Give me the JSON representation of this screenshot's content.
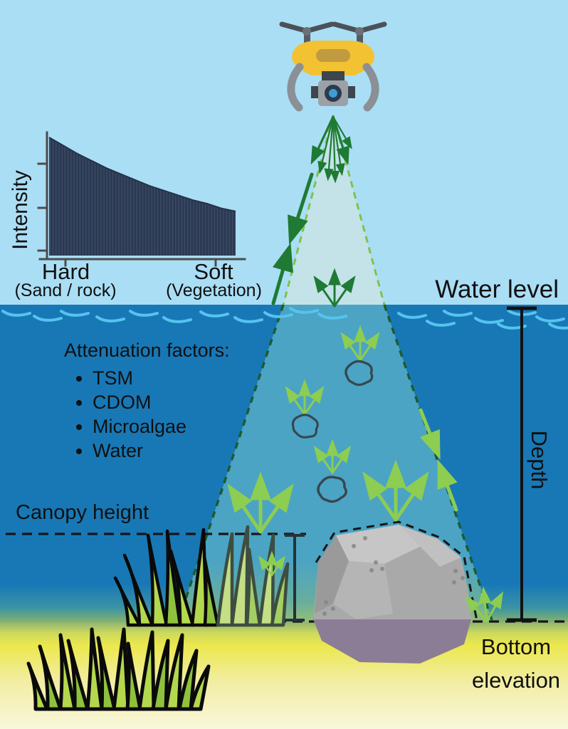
{
  "figure": {
    "water_level_label": "Water level",
    "depth_label": "Depth",
    "canopy_height_label": "Canopy height",
    "bottom_elevation_label": "Bottom elevation",
    "attenuation": {
      "heading": "Attenuation factors:",
      "items": [
        "TSM",
        "CDOM",
        "Microalgae",
        "Water"
      ]
    }
  },
  "chart_data": {
    "type": "area",
    "title": "",
    "xlabel": "",
    "ylabel": "Intensity",
    "x_tick_labels": [
      {
        "label": "Hard",
        "sublabel": "(Sand / rock)"
      },
      {
        "label": "Soft",
        "sublabel": "(Vegetation)"
      }
    ],
    "samples_evenly_spaced": true,
    "values": [
      1.0,
      0.93,
      0.86,
      0.8,
      0.74,
      0.69,
      0.64,
      0.59,
      0.55,
      0.51,
      0.47,
      0.44,
      0.4,
      0.375
    ],
    "ylim": [
      0,
      1
    ],
    "grid": false,
    "legend": "none",
    "fill_style": "dark navy area with fine vertical hatching",
    "reading": "Return intensity decreases monotonically from hard (sand/rock) bottom to soft (vegetation) bottom"
  },
  "colors": {
    "sky": "#aadef5",
    "water": "#1878b6",
    "cone_air": "#d8eef0",
    "cone_water": "#4ba4c4",
    "beam_green_dark": "#1f7a33",
    "beam_green_light": "#8ccd52",
    "cone_dash_above": "#7fc24d",
    "cone_dash_below": "#1d5c2c",
    "wave": "#55c4ef",
    "sand_yellow": "#ece84e",
    "sand_pale": "#f9f7dd",
    "chart_fill": "#2b3950",
    "rock_gray": "#a9a9a9",
    "rock_base_purple": "#8c7d96",
    "grass_green": "#b4d84d",
    "drone_yellow": "#f2c233",
    "drone_gray": "#8a9096",
    "lens_blue": "#3b9ed8"
  }
}
